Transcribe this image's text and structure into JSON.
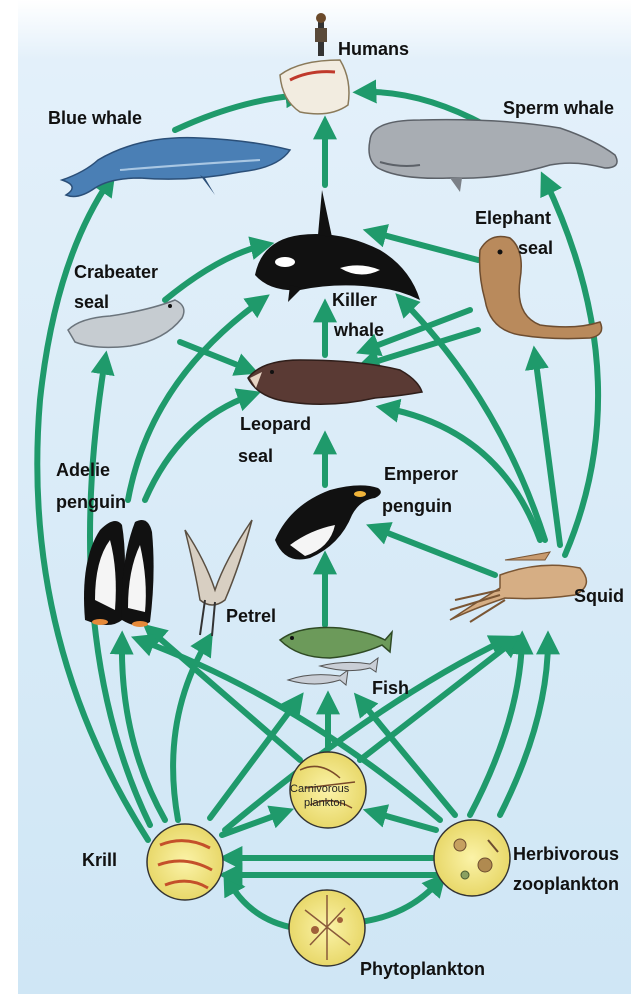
{
  "diagram": {
    "type": "food web",
    "labels": {
      "humans": "Humans",
      "blue_whale": "Blue whale",
      "sperm_whale": "Sperm whale",
      "elephant_seal_1": "Elephant",
      "elephant_seal_2": "seal",
      "crabeater_seal_1": "Crabeater",
      "crabeater_seal_2": "seal",
      "killer_whale_1": "Killer",
      "killer_whale_2": "whale",
      "leopard_seal_1": "Leopard",
      "leopard_seal_2": "seal",
      "adelie_penguin_1": "Adelie",
      "adelie_penguin_2": "penguin",
      "emperor_penguin_1": "Emperor",
      "emperor_penguin_2": "penguin",
      "petrel": "Petrel",
      "squid": "Squid",
      "fish": "Fish",
      "carnivorous_1": "Carnivorous",
      "carnivorous_2": "plankton",
      "krill": "Krill",
      "herbivorous_1": "Herbivorous",
      "herbivorous_2": "zooplankton",
      "phytoplankton": "Phytoplankton"
    },
    "colors": {
      "arrow": "#1f9a6b",
      "background_top": "#ffffff",
      "background_bottom": "#cfe6f5",
      "plankton_fill": "#f3e98a"
    }
  }
}
